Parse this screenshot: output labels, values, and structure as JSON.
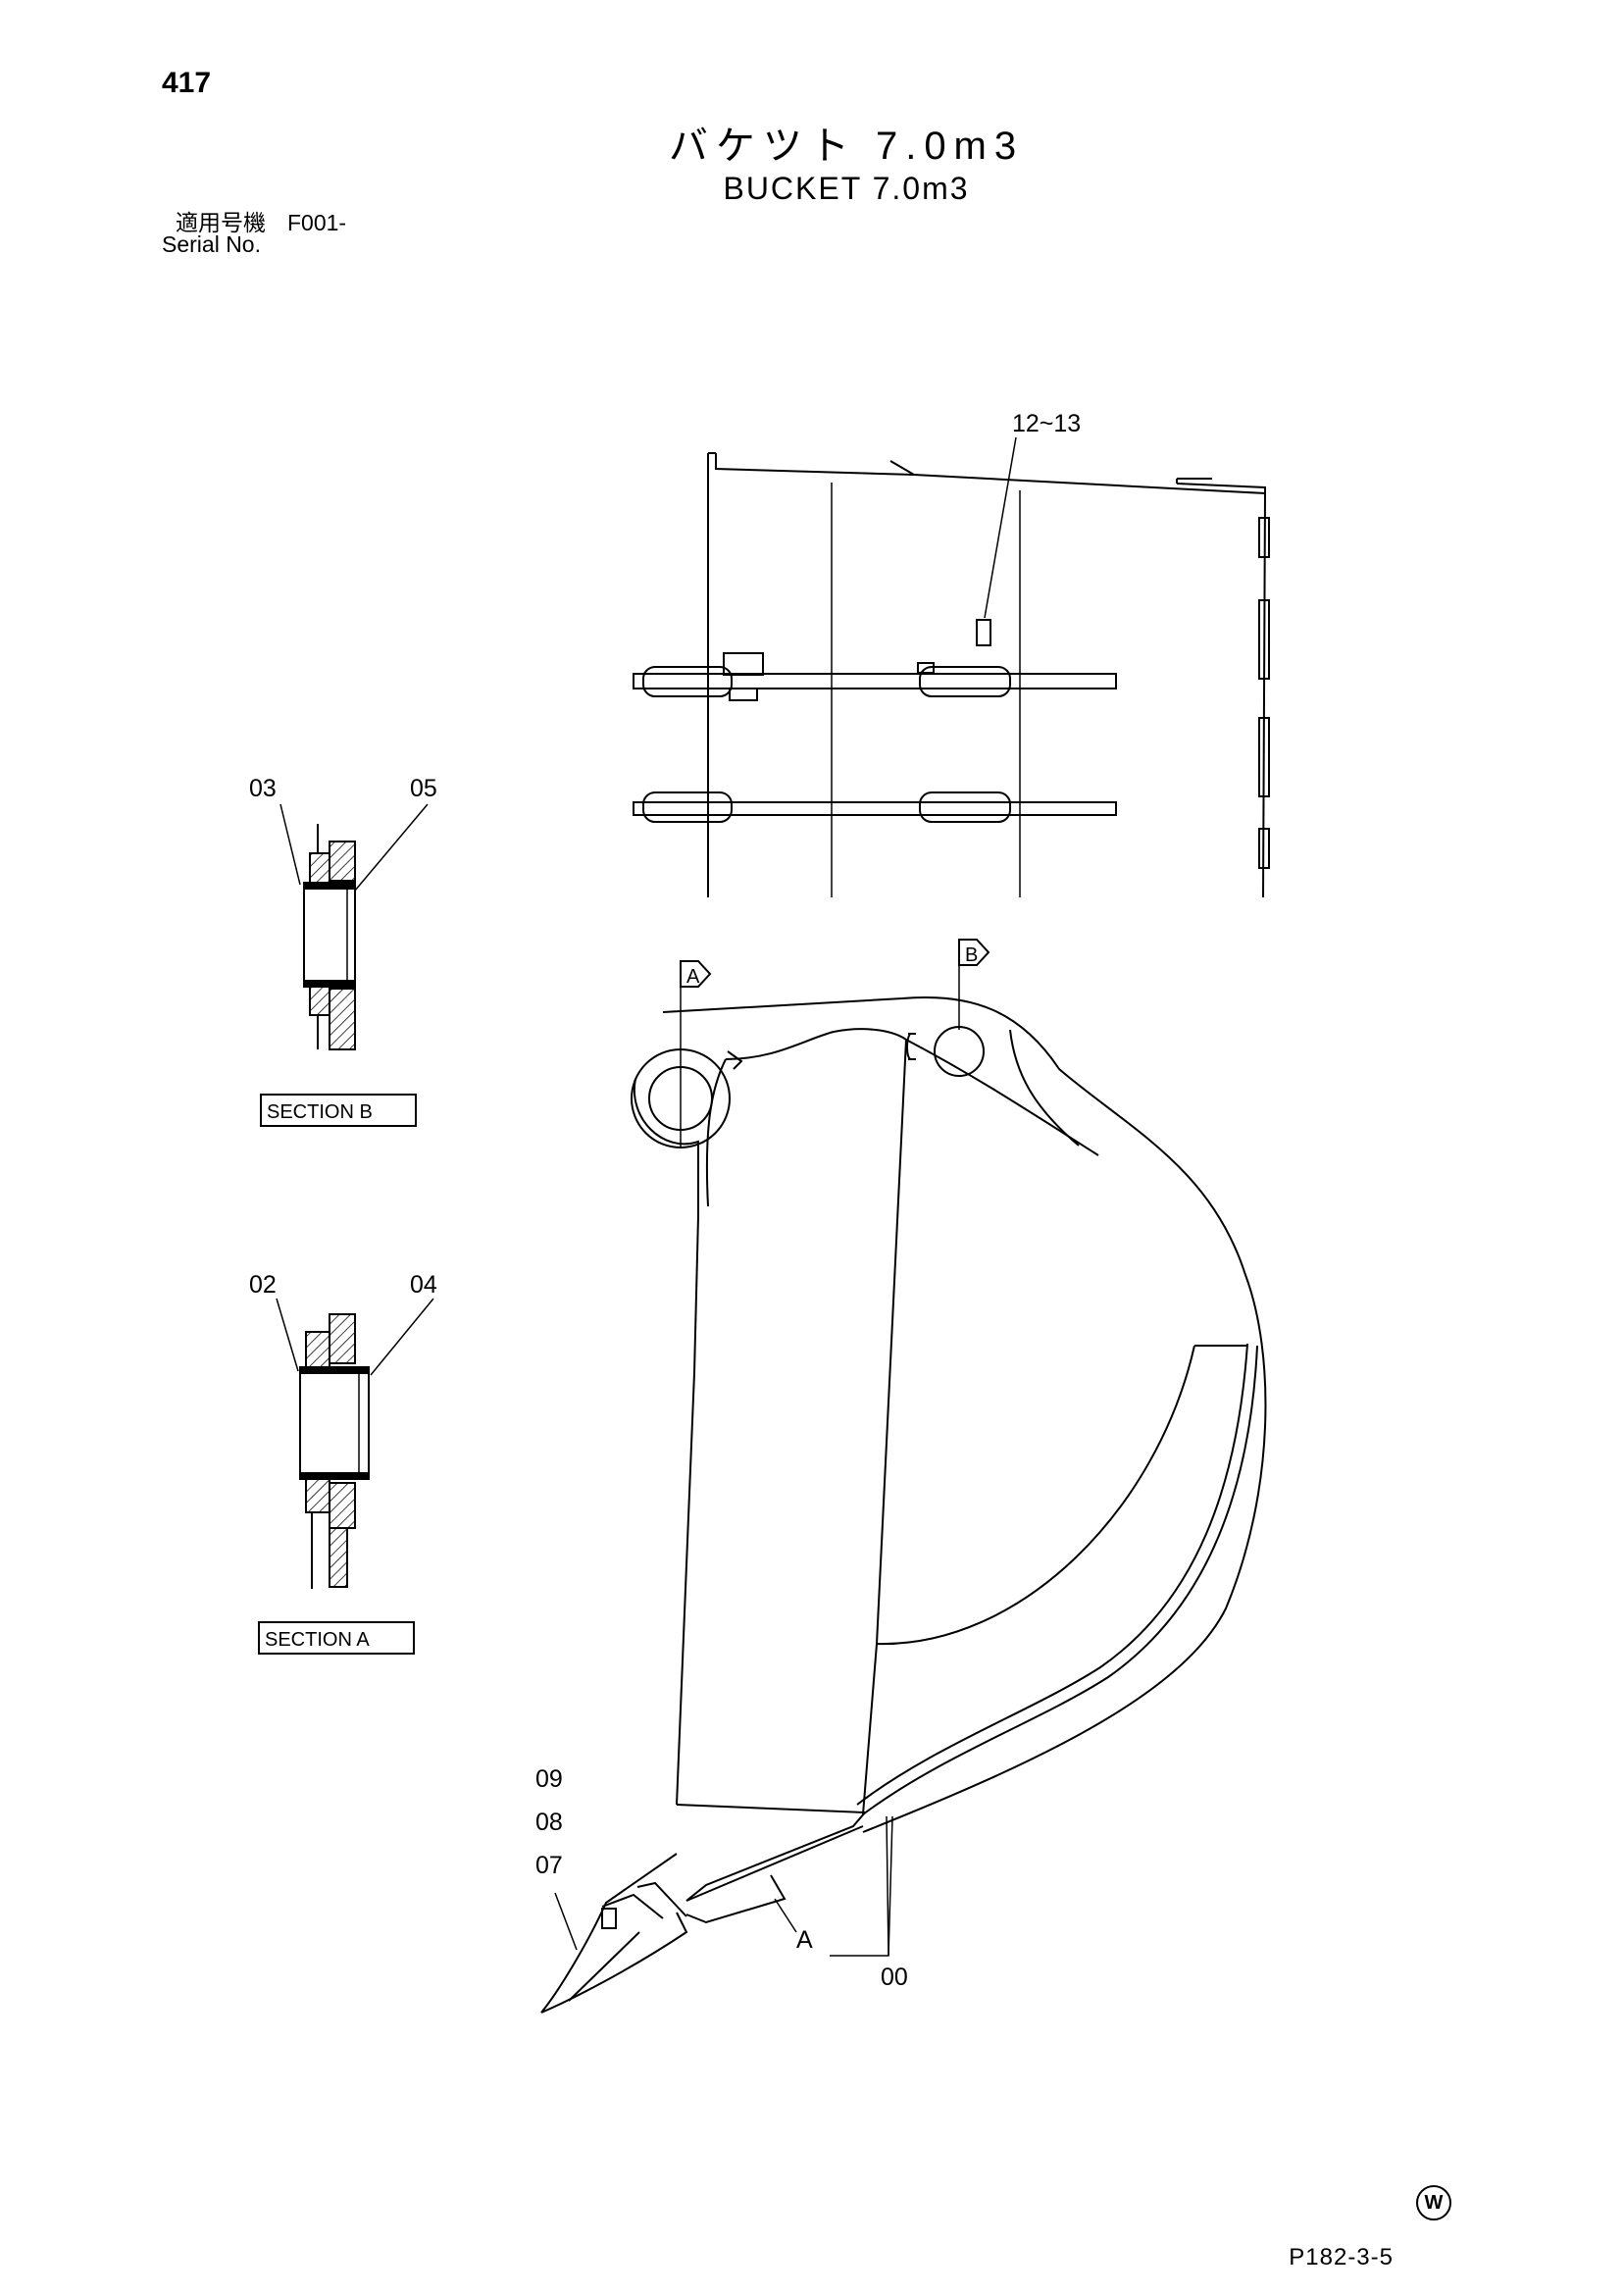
{
  "page": {
    "number": "417",
    "title_ja": "バケツト 7.0m3",
    "title_en": "BUCKET 7.0m3",
    "serial_label_ja": "適用号機",
    "serial_value": "F001-",
    "serial_label_en": "Serial No.",
    "reference_code": "P182-3-5",
    "mark": "W"
  },
  "callouts": {
    "top_label": "12~13",
    "section_b_left": "03",
    "section_b_right": "05",
    "section_a_left": "02",
    "section_a_right": "04",
    "tooth_1": "09",
    "tooth_2": "08",
    "tooth_3": "07",
    "edge_a": "A",
    "edge_00": "00",
    "arrow_a": "A",
    "arrow_b": "B"
  },
  "sections": {
    "b_label": "SECTION B",
    "a_label": "SECTION A"
  }
}
